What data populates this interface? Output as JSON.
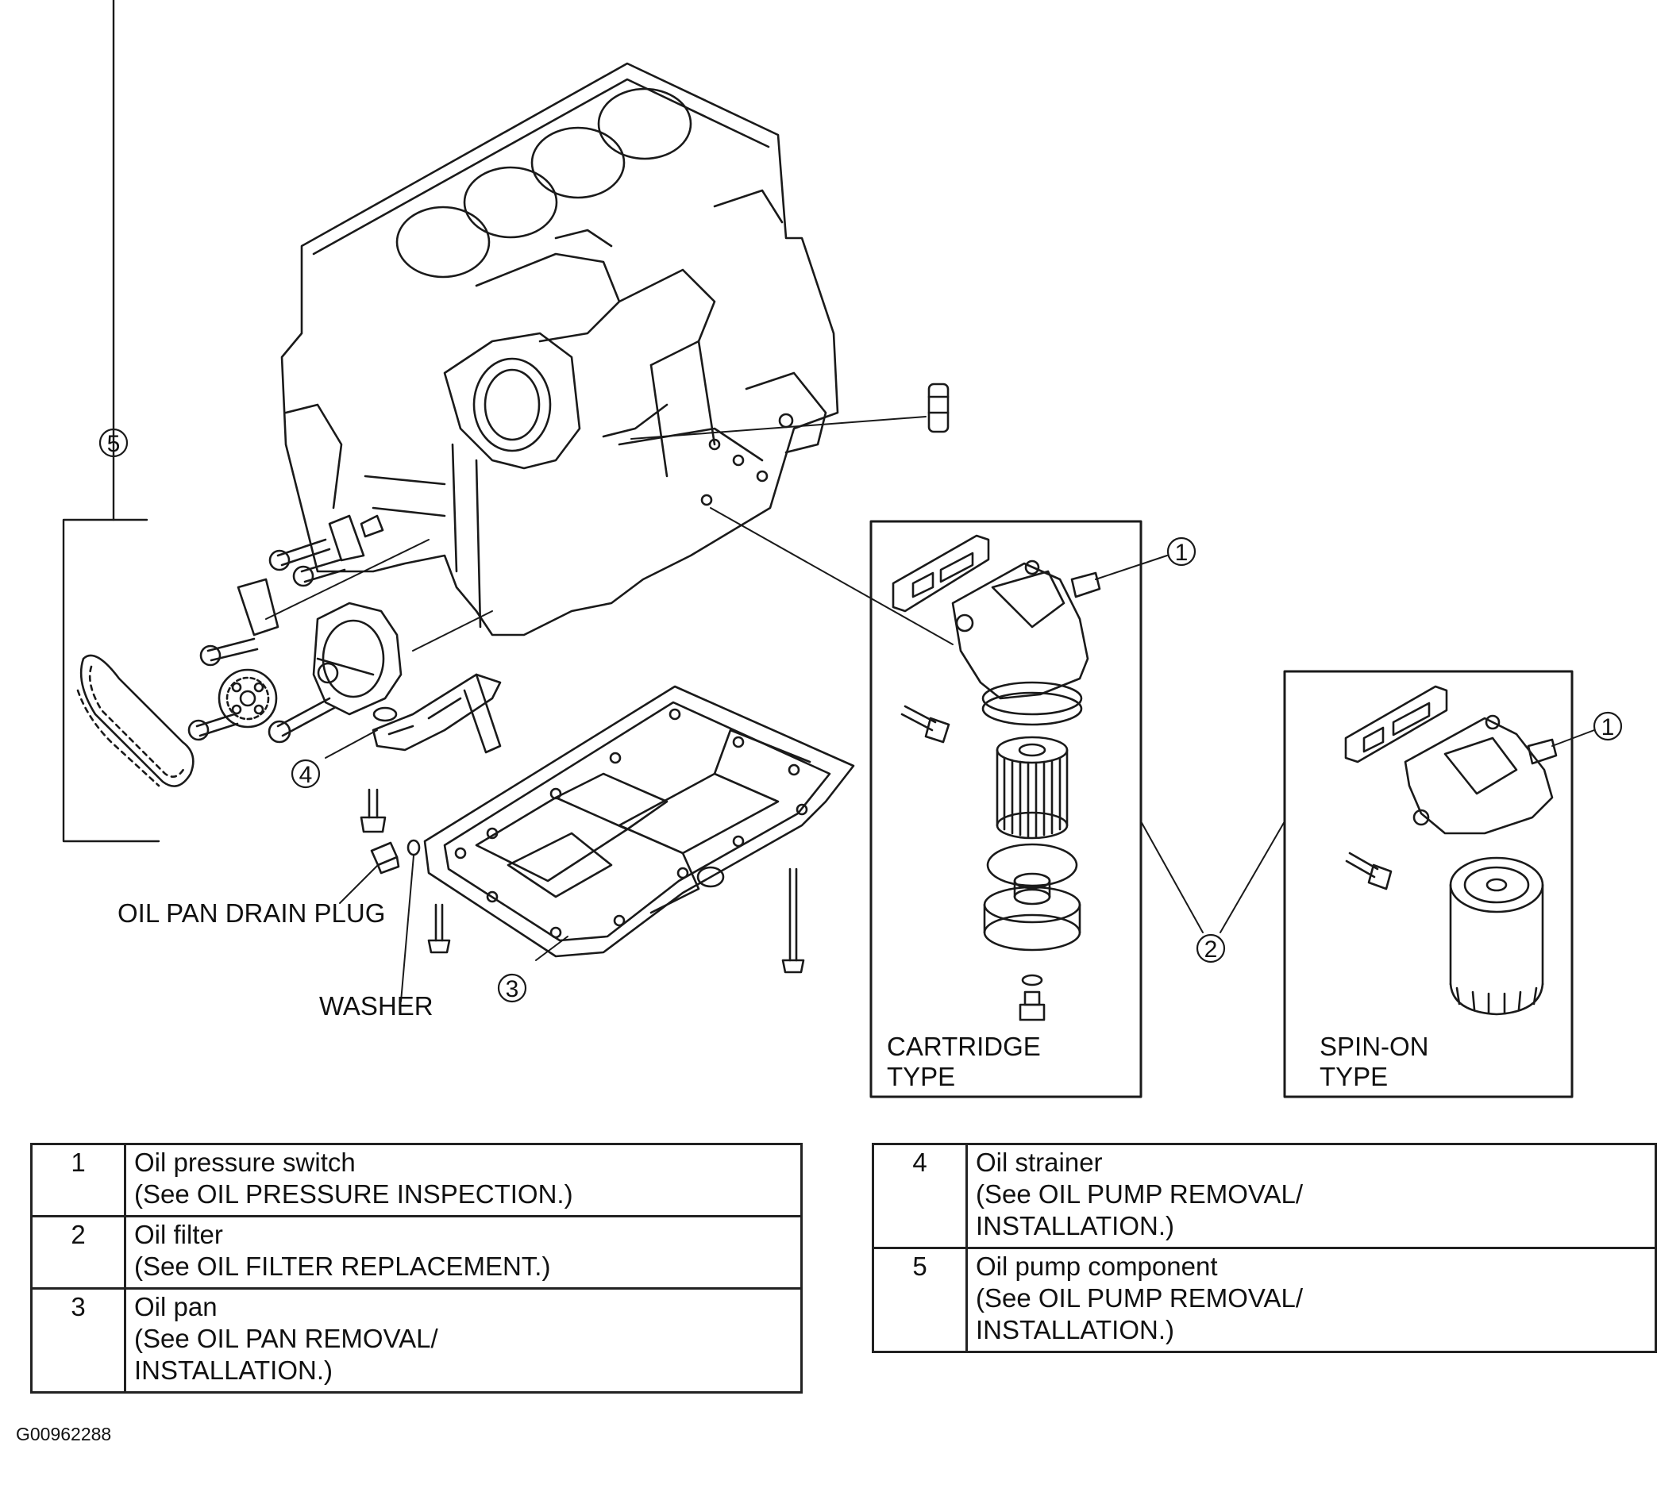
{
  "callouts": [
    "1",
    "1",
    "2",
    "3",
    "4",
    "5"
  ],
  "labels": {
    "drain_plug": "OIL PAN DRAIN PLUG",
    "washer": "WASHER",
    "cartridge_line1": "CARTRIDGE",
    "cartridge_line2": "TYPE",
    "spinon_line1": "SPIN-ON",
    "spinon_line2": "TYPE"
  },
  "legend_left": [
    {
      "num": "1",
      "name": "Oil pressure switch",
      "ref": "(See OIL PRESSURE INSPECTION.)",
      "ref2": ""
    },
    {
      "num": "2",
      "name": "Oil filter",
      "ref": "(See OIL FILTER REPLACEMENT.)",
      "ref2": ""
    },
    {
      "num": "3",
      "name": "Oil pan",
      "ref": "(See OIL PAN REMOVAL/",
      "ref2": "INSTALLATION.)"
    }
  ],
  "legend_right": [
    {
      "num": "4",
      "name": "Oil strainer",
      "ref": "(See OIL PUMP REMOVAL/",
      "ref2": "INSTALLATION.)"
    },
    {
      "num": "5",
      "name": "Oil pump component",
      "ref": "(See OIL PUMP REMOVAL/",
      "ref2": "INSTALLATION.)"
    }
  ],
  "figure_id": "G00962288"
}
